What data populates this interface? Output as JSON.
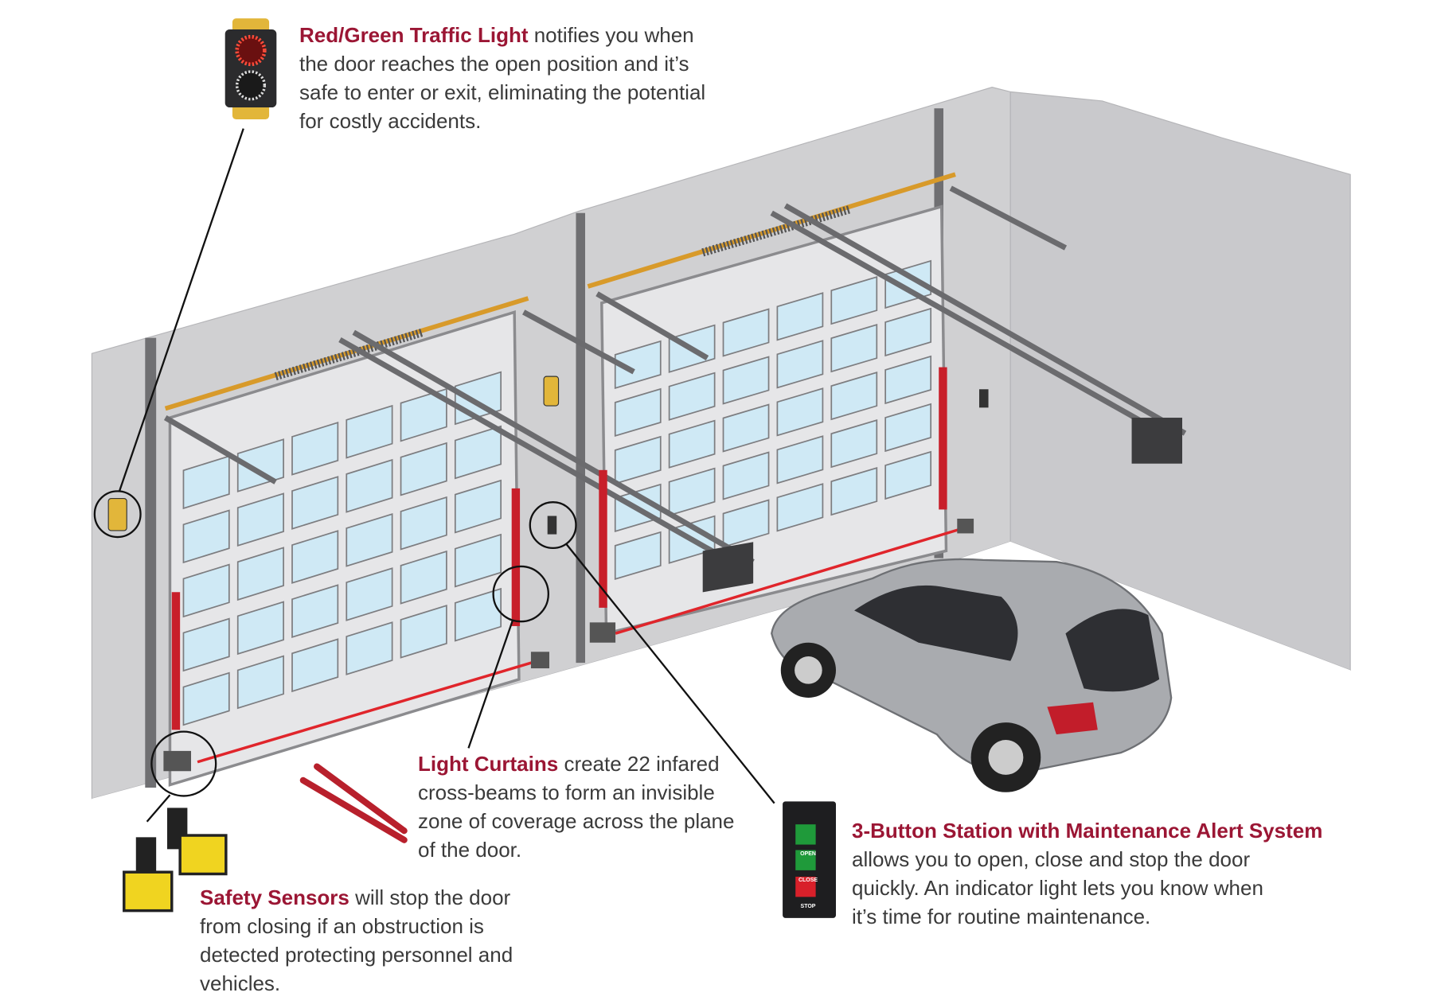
{
  "callouts": {
    "traffic_light": {
      "title": "Red/Green Traffic Light",
      "lines": [
        " notifies you when",
        "the door reaches the open position and it’s",
        "safe to enter or exit, eliminating the potential",
        "for costly accidents."
      ]
    },
    "light_curtains": {
      "title": "Light Curtains",
      "lines": [
        " create 22 infared",
        "cross-beams to form an invisible",
        "zone of coverage across the plane",
        "of the door."
      ]
    },
    "safety_sensors": {
      "title": "Safety Sensors",
      "lines": [
        " will stop the door",
        "from closing if an obstruction is",
        "detected protecting personnel and",
        "vehicles."
      ]
    },
    "button_station": {
      "title": "3-Button Station with Maintenance Alert System",
      "lines": [
        "allows you to open, close and stop the door",
        "quickly. An indicator light lets you know when",
        "it’s time for routine maintenance."
      ],
      "buttons": [
        "OPEN",
        "CLOSE",
        "STOP"
      ]
    }
  },
  "colors": {
    "accent": "#9b1634",
    "text": "#3a3a3a",
    "wall": "#cfcfd1",
    "beam": "#e0252b",
    "glass": "#cfe9f5"
  }
}
